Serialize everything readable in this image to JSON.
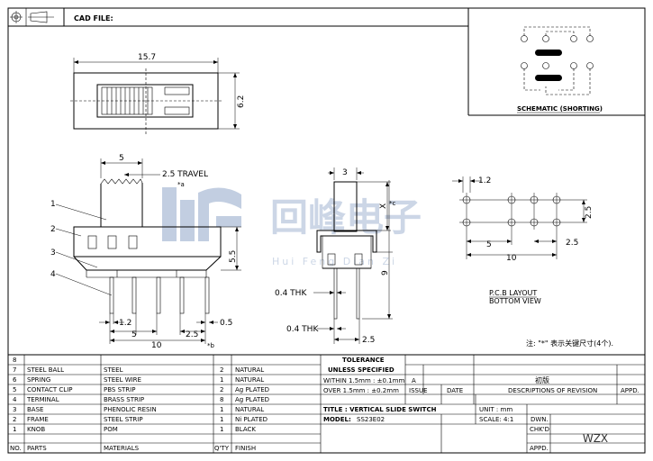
{
  "header": {
    "cad_file_label": "CAD FILE:"
  },
  "top_view": {
    "width_dim": "15.7",
    "height_dim": "6.2"
  },
  "schematic": {
    "label": "SCHEMATIC (SHORTING)"
  },
  "front_view": {
    "dim_5": "5",
    "travel": "2.5 TRAVEL",
    "star_a": "*a",
    "callouts": [
      "1",
      "2",
      "3",
      "4"
    ],
    "dim_5_5": "5.5",
    "dim_1_2": "1.2",
    "dim_0_5": "0.5",
    "dim_5_b": "5",
    "dim_2_5": "2.5",
    "dim_10": "10",
    "star_b": "*b"
  },
  "side_view": {
    "dim_3": "3",
    "dim_xc": "X",
    "star_c": "*c",
    "dim_9": "9",
    "thk_upper": "0.4 THK",
    "thk_lower": "0.4 THK",
    "dim_2_5": "2.5"
  },
  "pcb_view": {
    "dim_1_2": "1.2",
    "dim_2_5_v": "2.5",
    "dim_5": "5",
    "dim_2_5_h": "2.5",
    "dim_10": "10",
    "title_line1": "P.C.B LAYOUT",
    "title_line2": "BOTTOM VIEW"
  },
  "note": "注: \"*\" 表示关键尺寸(4个).",
  "watermark": {
    "chinese": "回峰电子",
    "pinyin": "Hui Feng Dian Zi"
  },
  "bom": {
    "rows": [
      {
        "no": "8",
        "part": "",
        "material": "",
        "qty": "",
        "finish": ""
      },
      {
        "no": "7",
        "part": "STEEL BALL",
        "material": "STEEL",
        "qty": "2",
        "finish": "NATURAL"
      },
      {
        "no": "6",
        "part": "SPRING",
        "material": "STEEL WIRE",
        "qty": "1",
        "finish": "NATURAL"
      },
      {
        "no": "5",
        "part": "CONTACT CLIP",
        "material": "PBS STRIP",
        "qty": "2",
        "finish": "Ag PLATED"
      },
      {
        "no": "4",
        "part": "TERMINAL",
        "material": "BRASS STRIP",
        "qty": "8",
        "finish": "Ag PLATED"
      },
      {
        "no": "3",
        "part": "BASE",
        "material": "PHENOLIC RESIN",
        "qty": "1",
        "finish": "NATURAL"
      },
      {
        "no": "2",
        "part": "FRAME",
        "material": "STEEL STRIP",
        "qty": "1",
        "finish": "Ni PLATED"
      },
      {
        "no": "1",
        "part": "KNOB",
        "material": "POM",
        "qty": "1",
        "finish": "BLACK"
      }
    ],
    "header": {
      "no": "NO.",
      "part": "PARTS",
      "material": "MATERIALS",
      "qty": "Q'TY",
      "finish": "FINISH"
    }
  },
  "title_block": {
    "tolerance": "TOLERANCE",
    "unless": "UNLESS SPECIFIED",
    "within": "WITHIN 1.5mm : ±0.1mm",
    "within_rev": "A",
    "over": "OVER 1.5mm : ±0.2mm",
    "issue": "ISSUE",
    "date": "DATE",
    "desc_rev": "DESCRIPTIONS OF REVISION",
    "appd": "APPD.",
    "first_edition": "初版",
    "title": "TITLE : VERTICAL SLIDE SWITCH",
    "unit_label": "UNIT : mm",
    "model_label": "MODEL:",
    "model_value": "SS23E02",
    "scale": "SCALE: 4:1",
    "dwn": "DWN.",
    "chkd": "CHK'D",
    "appd2": "APPD.",
    "signer": "WZX"
  }
}
